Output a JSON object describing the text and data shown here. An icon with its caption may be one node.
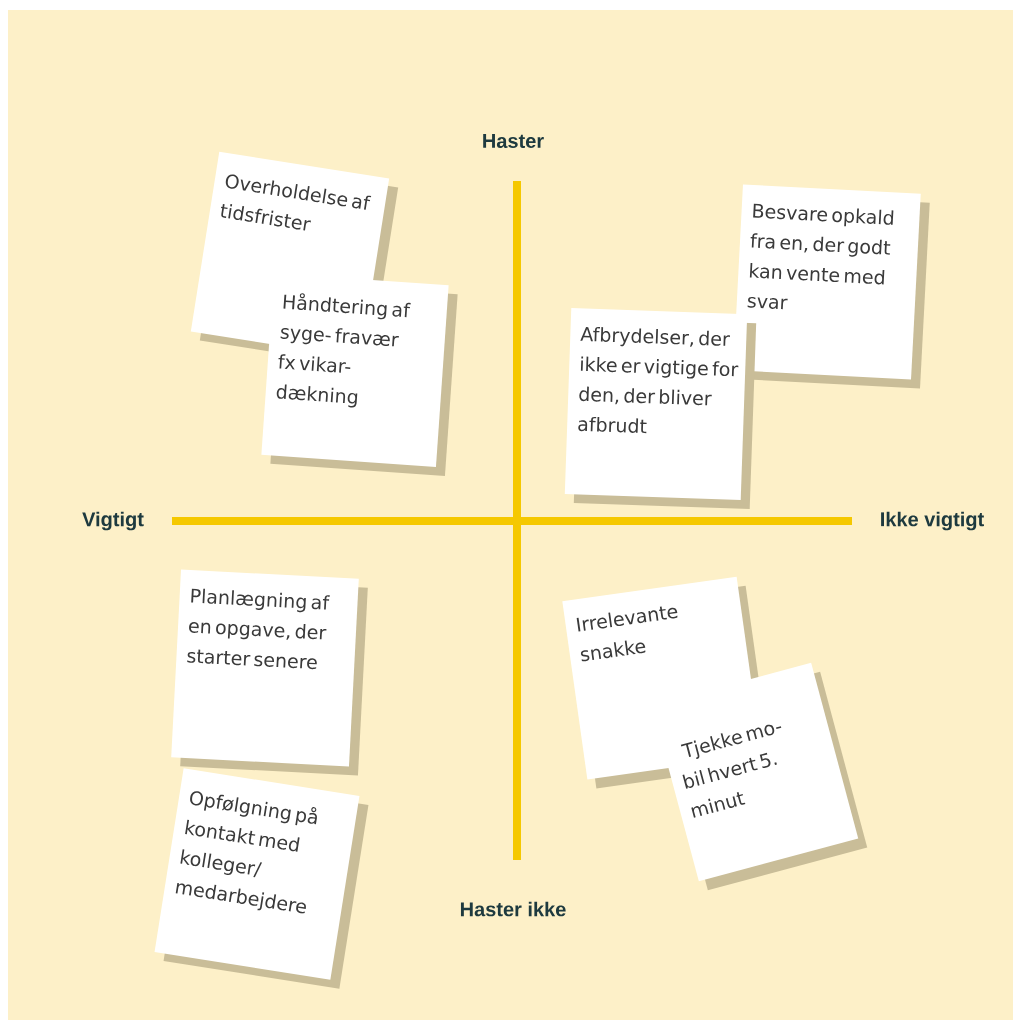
{
  "diagram": {
    "nodes": [
      {
        "text": [
          "Overholdelse af tidsfrister"
        ]
      },
      {
        "text": [
          "Håndtering af syge- fravær fx vikar- dækning"
        ]
      },
      {
        "text": [
          "Besvare opkald fra en, der godt kan vente med svar"
        ]
      },
      {
        "text": [
          "Afbrydelser, der ikke er vigtige for den, der bliver afbrudt"
        ]
      },
      {
        "text": [
          "Planlægning af en opgave, der starter senere"
        ]
      },
      {
        "text": [
          "Irrelevante snakke"
        ]
      },
      {
        "text": [
          "Tjekke mo- bil hvert 5. minut"
        ]
      },
      {
        "text": [
          "Opfølgning på kontakt med kolleger/ medarbejdere"
        ]
      }
    ],
    "labels": [
      "Haster",
      "Vigtigt",
      "Ikke vigtigt",
      "Haster ikke"
    ]
  }
}
